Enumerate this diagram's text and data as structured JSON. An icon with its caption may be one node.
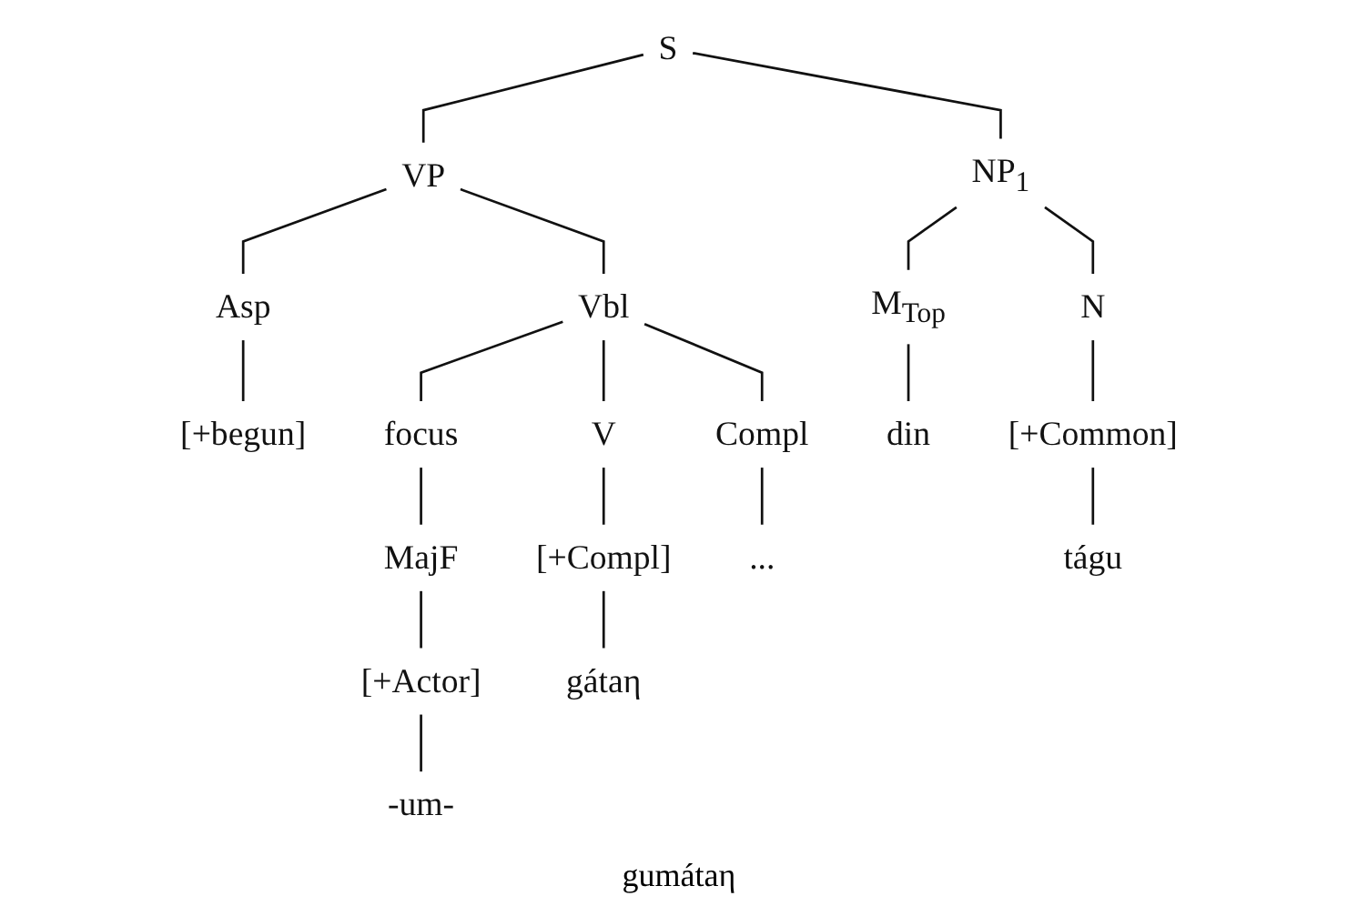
{
  "diagram": {
    "nodes": [
      {
        "text": [
          "S"
        ]
      },
      {
        "text": [
          "VP"
        ]
      },
      {
        "text": [
          "NP$_{1}$"
        ]
      },
      {
        "text": [
          "Asp"
        ]
      },
      {
        "text": [
          "Vbl"
        ]
      },
      {
        "text": [
          "M$_{Top}$"
        ]
      },
      {
        "text": [
          "N"
        ]
      },
      {
        "text": [
          "[+begun]"
        ]
      },
      {
        "text": [
          "focus"
        ]
      },
      {
        "text": [
          "V"
        ]
      },
      {
        "text": [
          "Compl"
        ]
      },
      {
        "text": [
          "MajF"
        ]
      },
      {
        "text": [
          "[+Compl]"
        ]
      },
      {
        "text": [
          "[+Actor]"
        ]
      },
      {
        "text": [
          "-um-"
        ]
      },
      {
        "text": [
          "gátaη"
        ]
      },
      {
        "text": [
          "..."
        ]
      },
      {
        "text": [
          "din"
        ]
      },
      {
        "text": [
          "[+Common]"
        ]
      },
      {
        "text": [
          "tágu"
        ]
      }
    ],
    "edges": [
      {
        "from": 0,
        "to": 1,
        "arrow": "none"
      },
      {
        "from": 0,
        "to": 2,
        "arrow": "none"
      },
      {
        "from": 1,
        "to": 3,
        "arrow": "none"
      },
      {
        "from": 1,
        "to": 4,
        "arrow": "none"
      },
      {
        "from": 2,
        "to": 5,
        "arrow": "none"
      },
      {
        "from": 2,
        "to": 6,
        "arrow": "none"
      },
      {
        "from": 3,
        "to": 7,
        "arrow": "none"
      },
      {
        "from": 4,
        "to": 8,
        "arrow": "none"
      },
      {
        "from": 4,
        "to": 9,
        "arrow": "none"
      },
      {
        "from": 4,
        "to": 10,
        "arrow": "none"
      },
      {
        "from": 8,
        "to": 11,
        "arrow": "none"
      },
      {
        "from": 9,
        "to": 12,
        "arrow": "none"
      },
      {
        "from": 11,
        "to": 13,
        "arrow": "none"
      },
      {
        "from": 13,
        "to": 14,
        "arrow": "none"
      },
      {
        "from": 12,
        "to": 15,
        "arrow": "none"
      },
      {
        "from": 10,
        "to": 16,
        "arrow": "none"
      },
      {
        "from": 5,
        "to": 17,
        "arrow": "none"
      },
      {
        "from": 6,
        "to": 18,
        "arrow": "none"
      },
      {
        "from": 18,
        "to": 19,
        "arrow": "none"
      }
    ],
    "labels": [
      "gumátaη"
    ]
  }
}
